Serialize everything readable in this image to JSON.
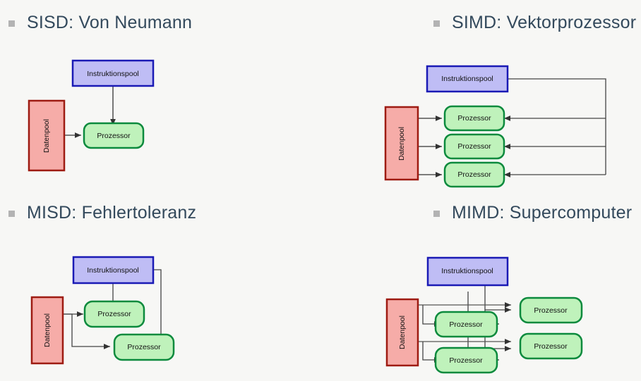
{
  "slide": {
    "background_color": "#f7f7f5",
    "heading_color": "#33495c",
    "bullet_color": "#b3b3b3"
  },
  "palette": {
    "instruction_fill": "#bfbdf5",
    "instruction_stroke": "#1a1ab5",
    "data_fill": "#f6aca8",
    "data_stroke": "#9e1b12",
    "processor_fill": "#bff2bb",
    "processor_stroke": "#0b8a3d",
    "arrow_color": "#333333",
    "label_color": "#111111"
  },
  "labels": {
    "instruction_pool": "Instruktionspool",
    "data_pool": "Datenpool",
    "processor": "Prozessor"
  },
  "quadrants": [
    {
      "id": "sisd",
      "heading": "SISD: Von Neumann",
      "bullet": "square-bullet",
      "instruction_pools": 1,
      "data_pools": 1,
      "processors": 1
    },
    {
      "id": "simd",
      "heading": "SIMD: Vektorprozessor",
      "bullet": "square-bullet",
      "instruction_pools": 1,
      "data_pools": 1,
      "processors": 3
    },
    {
      "id": "misd",
      "heading": "MISD: Fehlertoleranz",
      "bullet": "square-bullet",
      "instruction_pools": 1,
      "data_pools": 1,
      "processors": 2
    },
    {
      "id": "mimd",
      "heading": "MIMD: Supercomputer",
      "bullet": "square-bullet",
      "instruction_pools": 1,
      "data_pools": 1,
      "processors": 4
    }
  ]
}
